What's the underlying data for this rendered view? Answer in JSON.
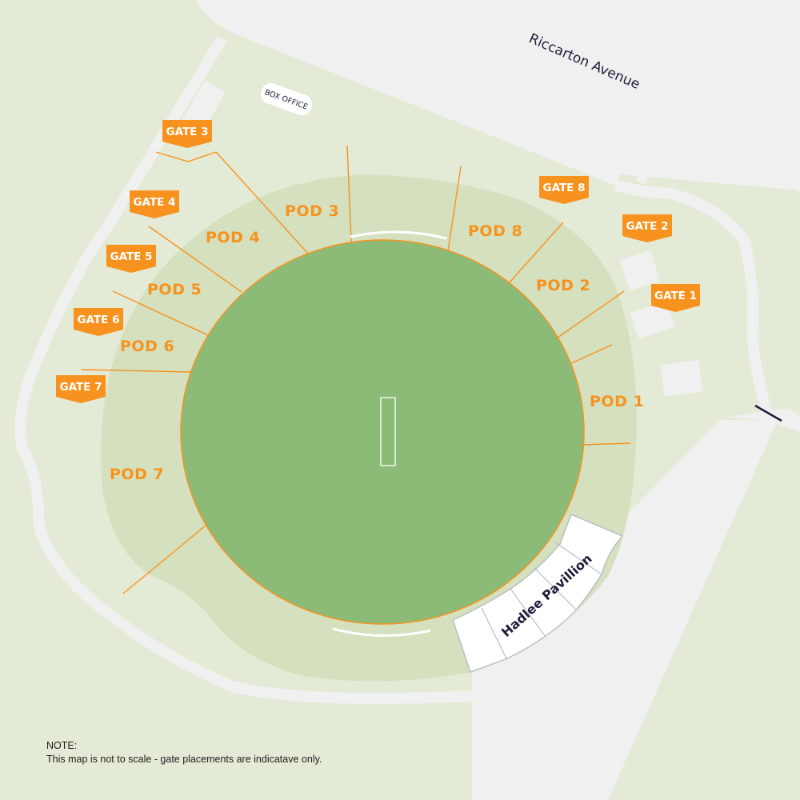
{
  "map": {
    "street_name": "Riccarton Avenue",
    "box_office_label": "BOX OFFICE",
    "pavilion_label": "Hadlee Pavillion",
    "pods": [
      "POD 1",
      "POD 2",
      "POD 3",
      "POD 4",
      "POD 5",
      "POD 6",
      "POD 7",
      "POD 8"
    ],
    "gates": [
      "GATE 1",
      "GATE 2",
      "GATE 3",
      "GATE 4",
      "GATE 5",
      "GATE 6",
      "GATE 7",
      "GATE 8"
    ],
    "colors": {
      "background": "#e3ead5",
      "outer_ground": "#d4e0be",
      "field": "#8cbb77",
      "accent": "#f7921e",
      "road": "#f0f0f0",
      "text_dark": "#1d1d3b"
    }
  },
  "note": {
    "heading": "NOTE:",
    "text": "This map is not to scale - gate placements are indicatave only."
  }
}
